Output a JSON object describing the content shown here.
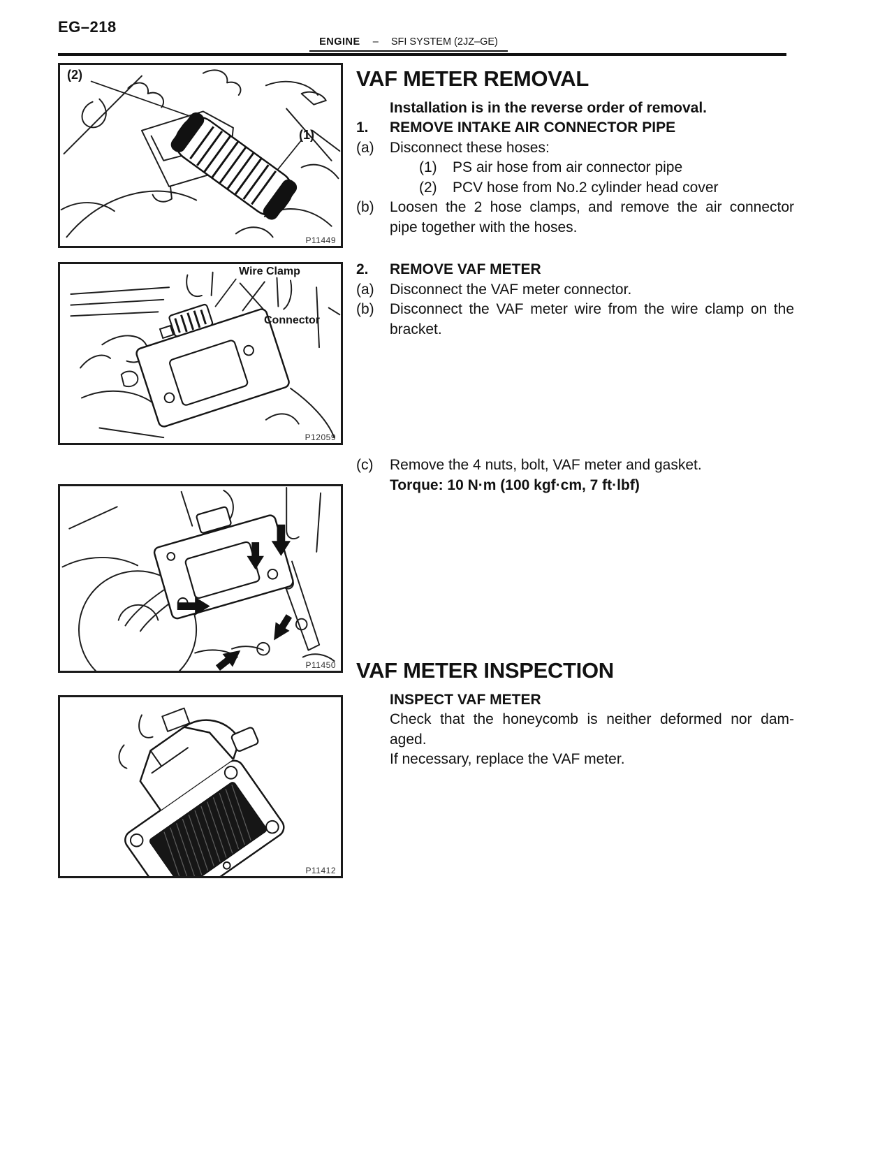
{
  "page": {
    "page_code": "EG–218",
    "header": {
      "section": "ENGINE",
      "separator": "–",
      "subsection": "SFI SYSTEM (2JZ–GE)"
    }
  },
  "figures": [
    {
      "code": "P11449",
      "label_top": "(2)",
      "label_right": "(1)"
    },
    {
      "code": "P12059",
      "label_wire_clamp": "Wire Clamp",
      "label_connector": "Connector"
    },
    {
      "code": "P11450"
    },
    {
      "code": "P11412"
    }
  ],
  "removal": {
    "title": "VAF METER REMOVAL",
    "note": "Installation is in the reverse order of removal.",
    "step1": {
      "num": "1.",
      "heading": "REMOVE INTAKE AIR CONNECTOR PIPE",
      "a": {
        "label": "(a)",
        "text": "Disconnect these hoses:"
      },
      "a1": {
        "label": "(1)",
        "text": "PS air hose from air connector pipe"
      },
      "a2": {
        "label": "(2)",
        "text": "PCV hose from No.2 cylinder head cover"
      },
      "b": {
        "label": "(b)",
        "line1": "Loosen the 2 hose clamps, and remove the air connector",
        "line2": "pipe together with the hoses."
      }
    },
    "step2": {
      "num": "2.",
      "heading": "REMOVE VAF METER",
      "a": {
        "label": "(a)",
        "text": "Disconnect the VAF meter connector."
      },
      "b": {
        "label": "(b)",
        "line1": "Disconnect the VAF meter wire from the wire clamp on the",
        "line2": "bracket."
      },
      "c": {
        "label": "(c)",
        "text": "Remove the 4 nuts, bolt, VAF meter and gasket.",
        "torque": "Torque: 10 N·m (100 kgf·cm, 7 ft·lbf)"
      }
    }
  },
  "inspection": {
    "title": "VAF METER INSPECTION",
    "heading": "INSPECT VAF METER",
    "body_line1": "Check that the honeycomb is neither deformed nor dam-",
    "body_line2": "aged.",
    "body_line3": "If necessary, replace the VAF meter."
  }
}
